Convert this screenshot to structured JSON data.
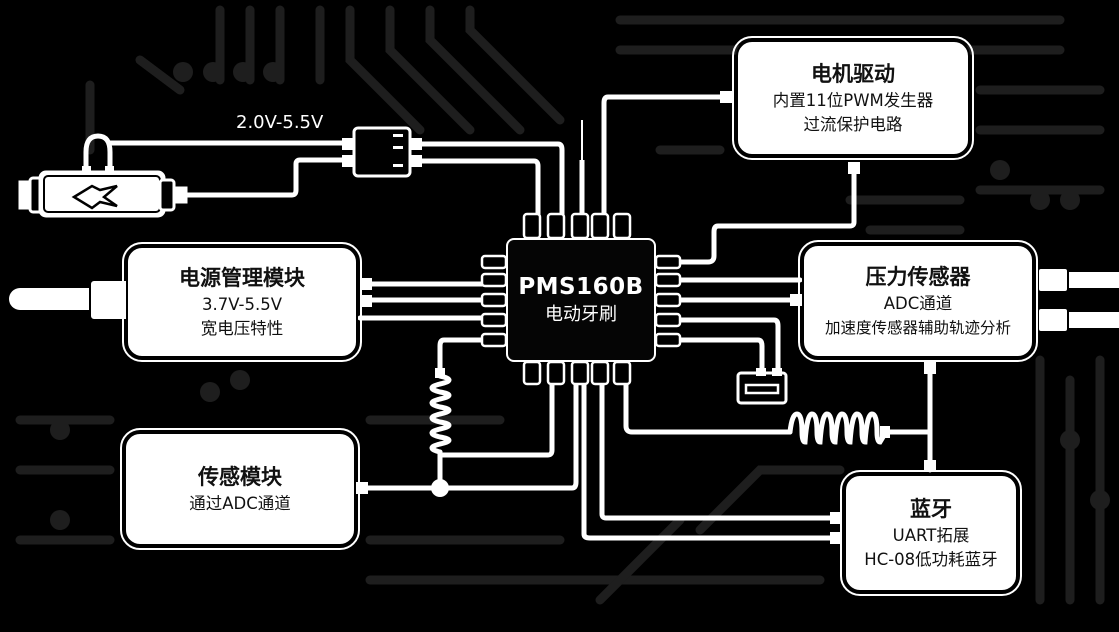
{
  "diagram": {
    "title": "PMS160B 电动牙刷 block diagram",
    "colors": {
      "background": "#000000",
      "trace": "#ffffff",
      "box_fill": "#ffffff",
      "text": "#111111",
      "bg_trace": "#1c1c1c"
    },
    "mcu": {
      "part": "PMS160B",
      "desc": "电动牙刷",
      "pins_per_side": 5
    },
    "input_voltage_label": "2.0V-5.5V",
    "modules": {
      "motor": {
        "title": "电机驱动",
        "lines": [
          "内置11位PWM发生器",
          "过流保护电路"
        ]
      },
      "power": {
        "title": "电源管理模块",
        "lines": [
          "3.7V-5.5V",
          "宽电压特性"
        ]
      },
      "pressure": {
        "title": "压力传感器",
        "lines": [
          "ADC通道",
          "加速度传感器辅助轨迹分析"
        ]
      },
      "sensor": {
        "title": "传感模块",
        "lines": [
          "通过ADC通道"
        ]
      },
      "bluetooth": {
        "title": "蓝牙",
        "lines": [
          "UART拓展",
          "HC-08低功耗蓝牙"
        ]
      }
    },
    "components": [
      {
        "name": "usb-connector",
        "icon": "usb-logo-icon"
      },
      {
        "name": "voltage-regulator",
        "icon": "regulator-icon"
      },
      {
        "name": "resistor-coil-vertical",
        "icon": "coil-icon"
      },
      {
        "name": "resistor-coil-horizontal",
        "icon": "coil-icon"
      },
      {
        "name": "button-switch",
        "icon": "switch-icon"
      },
      {
        "name": "junction-node",
        "icon": "node-icon"
      },
      {
        "name": "antenna",
        "icon": "antenna-icon"
      }
    ]
  }
}
